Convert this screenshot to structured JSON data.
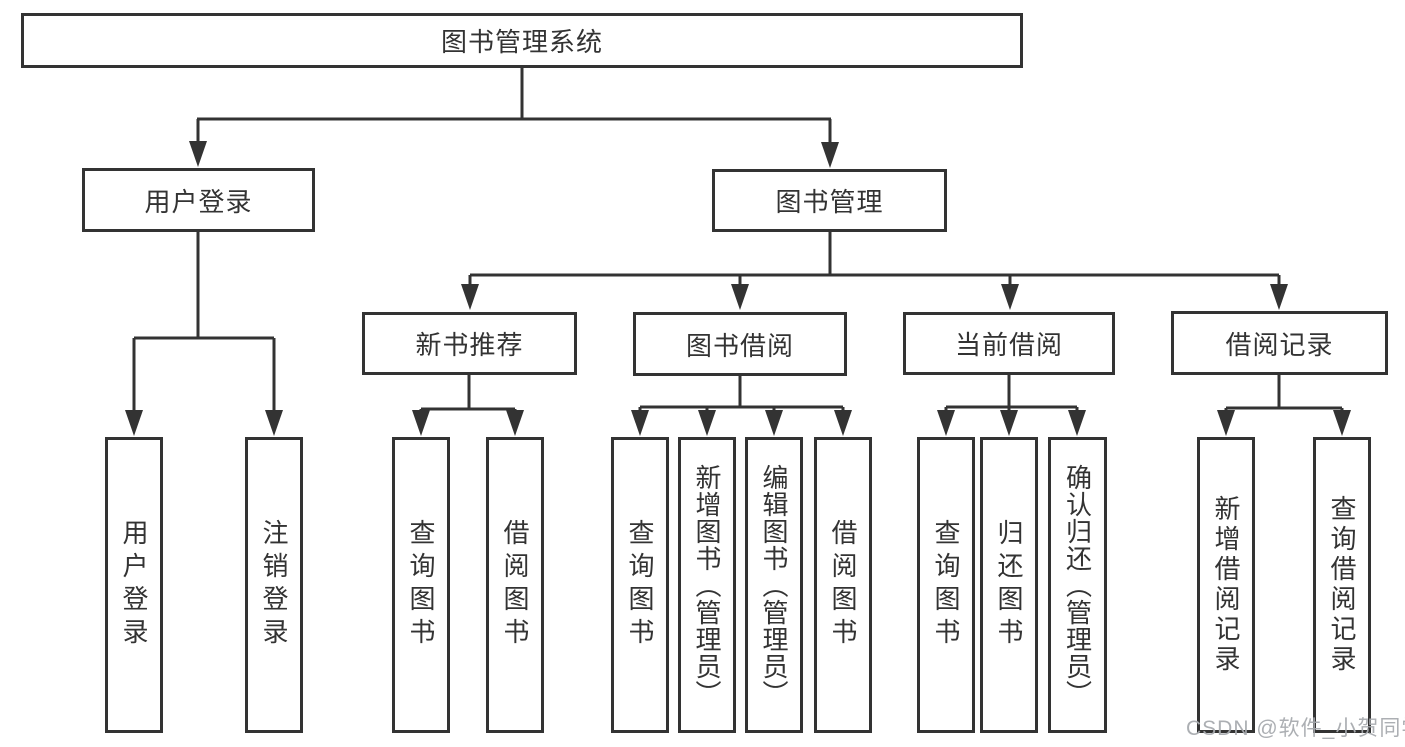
{
  "diagram": {
    "title": "图书管理系统",
    "root": {
      "label": "图书管理系统"
    },
    "branches": [
      {
        "label": "用户登录",
        "children": [
          {
            "label": "用户登录"
          },
          {
            "label": "注销登录"
          }
        ]
      },
      {
        "label": "图书管理",
        "children": [
          {
            "label": "新书推荐",
            "children": [
              {
                "label": "查询图书"
              },
              {
                "label": "借阅图书"
              }
            ]
          },
          {
            "label": "图书借阅",
            "children": [
              {
                "label": "查询图书"
              },
              {
                "label": "新增图书（管理员）"
              },
              {
                "label": "编辑图书（管理员）"
              },
              {
                "label": "借阅图书"
              }
            ]
          },
          {
            "label": "当前借阅",
            "children": [
              {
                "label": "查询图书"
              },
              {
                "label": "归还图书"
              },
              {
                "label": "确认归还（管理员）"
              }
            ]
          },
          {
            "label": "借阅记录",
            "children": [
              {
                "label": "新增借阅记录"
              },
              {
                "label": "查询借阅记录"
              }
            ]
          }
        ]
      }
    ],
    "colors": {
      "line": "#333333",
      "box_border": "#333333",
      "background": "#ffffff",
      "watermark": "#a8abaf"
    }
  },
  "watermark": {
    "text": "CSDN @软件_小贺同学"
  }
}
